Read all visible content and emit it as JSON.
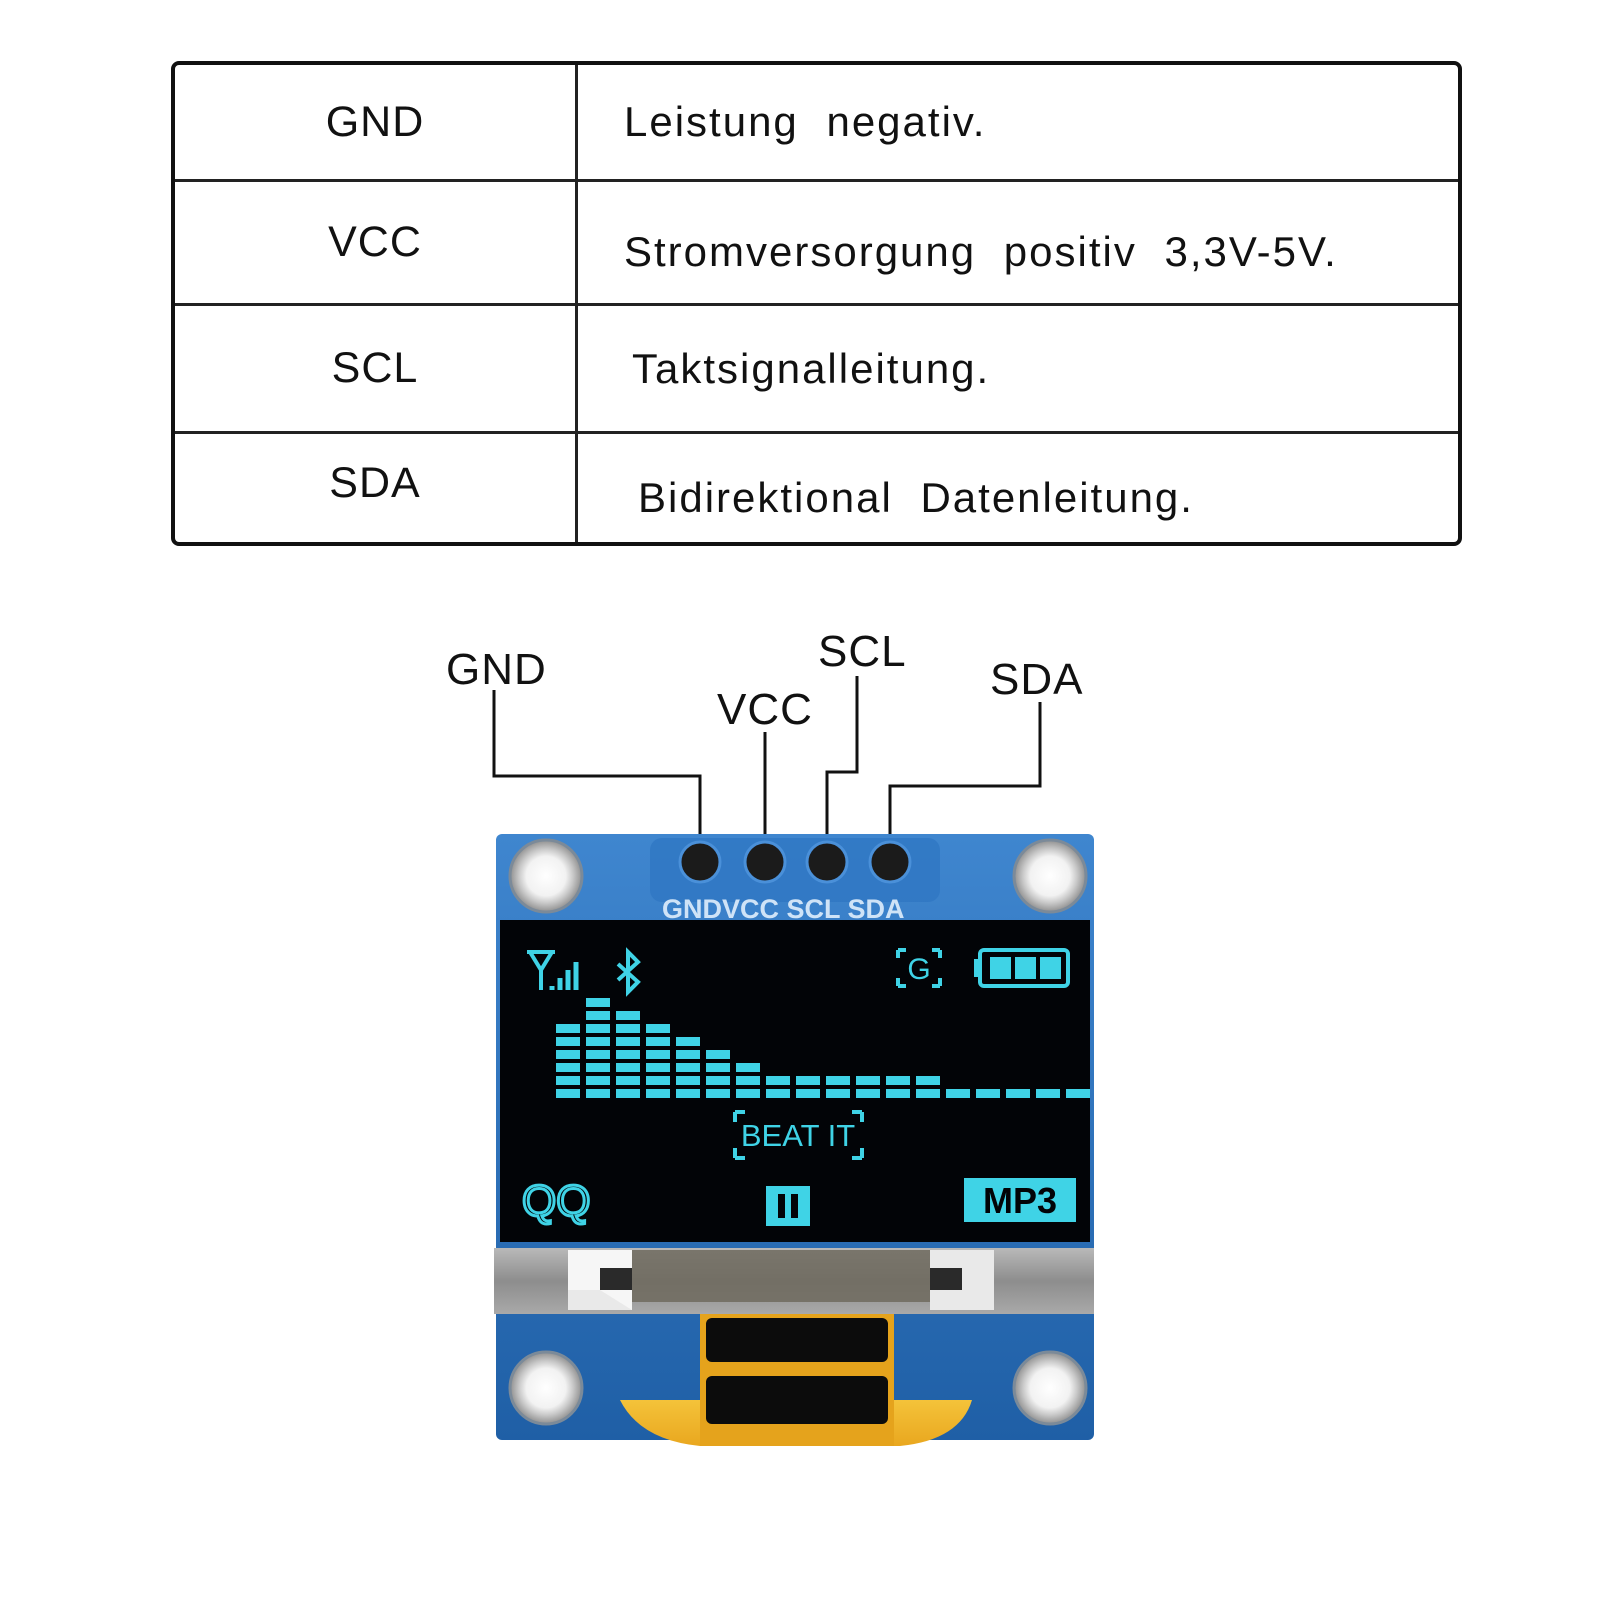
{
  "pin_table": [
    {
      "pin": "GND",
      "description": "Leistung negativ."
    },
    {
      "pin": "VCC",
      "description": "Stromversorgung positiv 3,3V-5V."
    },
    {
      "pin": "SCL",
      "description": "Taktsignalleitung."
    },
    {
      "pin": "SDA",
      "description": "Bidirektional Datenleitung."
    }
  ],
  "callouts": {
    "gnd": "GND",
    "vcc": "VCC",
    "scl": "SCL",
    "sda": "SDA"
  },
  "module": {
    "silkscreen": "GNDVCC SCL SDA",
    "screen_song": "BEAT IT",
    "screen_left_label": "QQ",
    "screen_right_label": "MP3",
    "screen_status_letter": "G",
    "screen_color": "#3fd3e6",
    "pcb_color": "#2a6fb8"
  }
}
